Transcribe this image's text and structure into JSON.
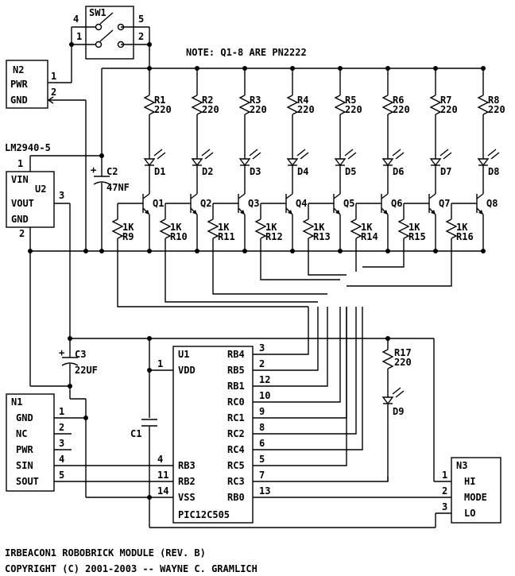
{
  "note": "NOTE: Q1-8 ARE PN2222",
  "title_line": "IRBEACON1 ROBOBRICK MODULE (REV. B)",
  "copyright_line": "COPYRIGHT (C) 2001-2003 -- WAYNE C. GRAMLICH",
  "sw1": {
    "name": "SW1",
    "pin4": "4",
    "pin5": "5",
    "pin1": "1",
    "pin2": "2"
  },
  "n2": {
    "name": "N2",
    "pwr": "PWR",
    "gnd": "GND",
    "pin1": "1",
    "pin2": "2"
  },
  "u2": {
    "part": "LM2940-5",
    "name": "U2",
    "vin": "VIN",
    "vout": "VOUT",
    "gnd": "GND",
    "pin1": "1",
    "pin2": "2",
    "pin3": "3"
  },
  "c2": {
    "name": "C2",
    "value": "47NF",
    "plus": "+"
  },
  "c3": {
    "name": "C3",
    "value": "22UF",
    "plus": "+"
  },
  "c1": {
    "name": "C1"
  },
  "r_top": [
    "R1",
    "R2",
    "R3",
    "R4",
    "R5",
    "R6",
    "R7",
    "R8"
  ],
  "r_top_val": "220",
  "diodes": [
    "D1",
    "D2",
    "D3",
    "D4",
    "D5",
    "D6",
    "D7",
    "D8"
  ],
  "transistors": [
    "Q1",
    "Q2",
    "Q3",
    "Q4",
    "Q5",
    "Q6",
    "Q7",
    "Q8"
  ],
  "r_base": [
    "R9",
    "R10",
    "R11",
    "R12",
    "R13",
    "R14",
    "R15",
    "R16"
  ],
  "r_base_val": "1K",
  "r17": {
    "name": "R17",
    "value": "220"
  },
  "d9": {
    "name": "D9"
  },
  "n1": {
    "name": "N1",
    "pins": [
      {
        "label": "GND",
        "num": "1"
      },
      {
        "label": "NC",
        "num": "2"
      },
      {
        "label": "PWR",
        "num": "3"
      },
      {
        "label": "SIN",
        "num": "4"
      },
      {
        "label": "SOUT",
        "num": "5"
      }
    ]
  },
  "u1": {
    "name": "U1",
    "part": "PIC12C505",
    "left_pins": [
      {
        "label": "VDD",
        "num": "1"
      },
      {
        "label": "RB3",
        "num": "4"
      },
      {
        "label": "RB2",
        "num": "11"
      },
      {
        "label": "VSS",
        "num": "14"
      }
    ],
    "right_pins": [
      {
        "label": "RB4",
        "num": "3"
      },
      {
        "label": "RB5",
        "num": "2"
      },
      {
        "label": "RB1",
        "num": "12"
      },
      {
        "label": "RC0",
        "num": "10"
      },
      {
        "label": "RC1",
        "num": "9"
      },
      {
        "label": "RC2",
        "num": "8"
      },
      {
        "label": "RC4",
        "num": "6"
      },
      {
        "label": "RC5",
        "num": "5"
      },
      {
        "label": "RC3",
        "num": "7"
      },
      {
        "label": "RB0",
        "num": "13"
      }
    ]
  },
  "n3": {
    "name": "N3",
    "pins": [
      {
        "label": "HI",
        "num": "1"
      },
      {
        "label": "MODE",
        "num": "2"
      },
      {
        "label": "LO",
        "num": "3"
      }
    ]
  }
}
